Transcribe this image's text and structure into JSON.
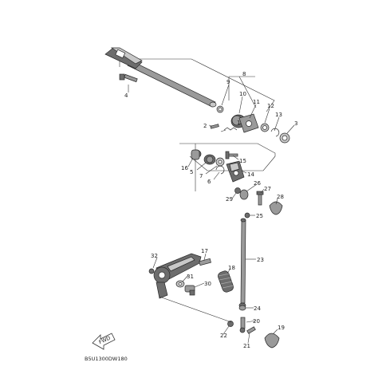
{
  "diagram_code": "B5U1300DW180",
  "front_arrow_label": "FWD",
  "callouts": [
    "1",
    "2",
    "3",
    "4",
    "5",
    "6",
    "7",
    "8",
    "9",
    "10",
    "11",
    "12",
    "13",
    "14",
    "15",
    "16",
    "17",
    "18",
    "19",
    "20",
    "21",
    "22",
    "23",
    "24",
    "25",
    "26",
    "27",
    "28",
    "29",
    "30",
    "31",
    "32"
  ],
  "colors": {
    "part_dark": "#6d6d6d",
    "part_mid": "#9a9a9a",
    "part_light": "#c8c8c8",
    "line": "#333333"
  }
}
